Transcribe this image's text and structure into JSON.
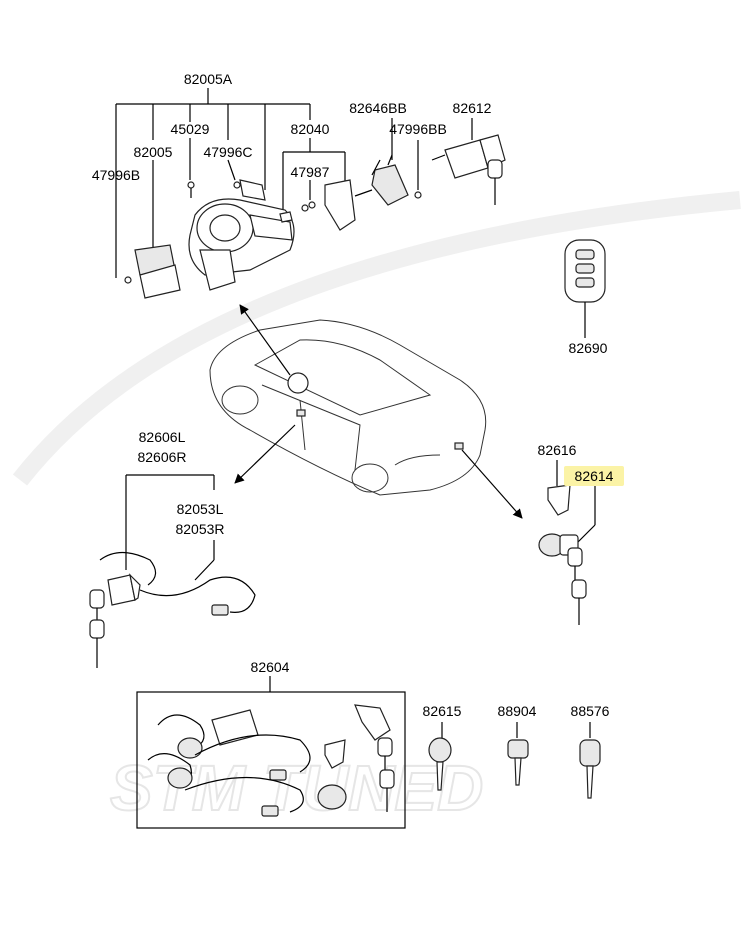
{
  "watermark": {
    "text": "STM TUNED"
  },
  "highlight_color": "#fbf3a6",
  "parts": {
    "p82005A": "82005A",
    "p45029": "45029",
    "p82005": "82005",
    "p47996C": "47996C",
    "p47996B": "47996B",
    "p82040": "82040",
    "p47987": "47987",
    "p82646BB": "82646BB",
    "p47996BB": "47996BB",
    "p82612": "82612",
    "p82690": "82690",
    "p82606L": "82606L",
    "p82606R": "82606R",
    "p82053L": "82053L",
    "p82053R": "82053R",
    "p82616": "82616",
    "p82614": "82614",
    "p82604": "82604",
    "p82615": "82615",
    "p88904": "88904",
    "p88576": "88576"
  }
}
